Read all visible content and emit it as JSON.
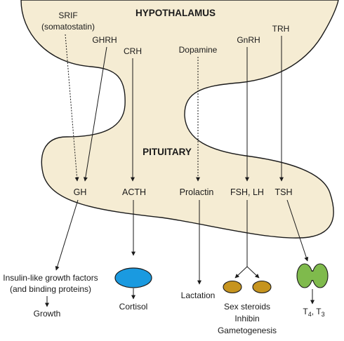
{
  "regions": {
    "hypothalamus": "HYPOTHALAMUS",
    "pituitary": "PITUITARY"
  },
  "releasing_factors": {
    "srif": "SRIF",
    "srif_alt": "(somatostatin)",
    "ghrh": "GHRH",
    "crh": "CRH",
    "dopamine": "Dopamine",
    "gnrh": "GnRH",
    "trh": "TRH"
  },
  "pituitary_hormones": {
    "gh": "GH",
    "acth": "ACTH",
    "prolactin": "Prolactin",
    "fsh_lh": "FSH, LH",
    "tsh": "TSH"
  },
  "targets": {
    "igf_line1": "Insulin-like growth factors",
    "igf_line2": "(and binding proteins)",
    "growth": "Growth",
    "cortisol": "Cortisol",
    "lactation": "Lactation",
    "sex_steroids": "Sex steroids",
    "inhibin": "Inhibin",
    "gametogenesis": "Gametogenesis",
    "t4_t3": "T4, T3"
  },
  "colors": {
    "gland_fill": "#f5ecd3",
    "adrenal": "#1a9ae0",
    "gonads": "#c6941f",
    "thyroid": "#7fba4c",
    "line": "#1a1a1a"
  }
}
